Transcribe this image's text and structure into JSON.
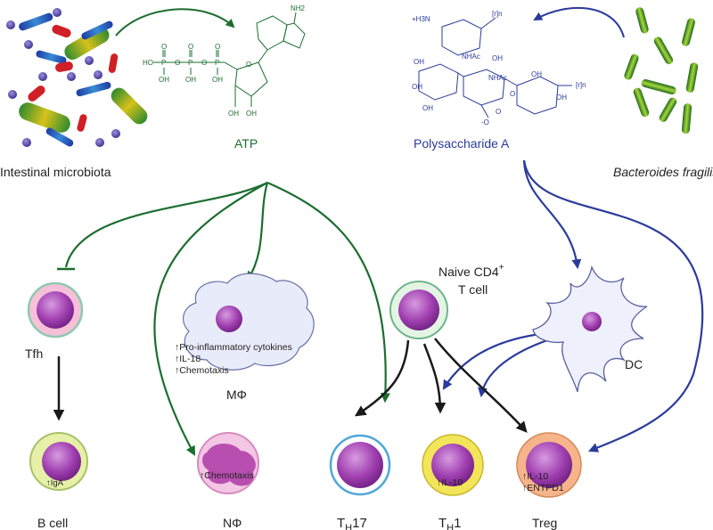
{
  "colors": {
    "atp_pathway": "#1b6e2f",
    "psa_pathway": "#2a3b9c",
    "cell_arrow": "#1a1a1a"
  },
  "top": {
    "microbiota_label": "Intestinal microbiota",
    "atp_label": "ATP",
    "psa_label": "Polysaccharide A",
    "bacteroides_label": "Bacteroides fragilis"
  },
  "atp_struct": {
    "nh2": "NH2",
    "ho": "HO",
    "p": "P",
    "o": "O",
    "oh": "OH"
  },
  "psa_struct": {
    "amine": "+H3N",
    "nhac": "NHAc",
    "oh": "OH",
    "o": "O",
    "rn": "[r]n",
    "coo": "-O"
  },
  "cells": {
    "tfh": "Tfh",
    "b_cell": "B cell",
    "b_cell_note": "↑IgA",
    "macrophage": "MΦ",
    "macrophage_notes": [
      "↑Pro-inflammatory cytokines",
      "↑IL-18",
      "↑Chemotaxis"
    ],
    "neutrophil": "NΦ",
    "neutrophil_note": "↑Chemotaxis",
    "naive_line1": "Naive CD4",
    "naive_sup": "+",
    "naive_line2": "T cell",
    "th17_main": "T",
    "th17_sub": "H",
    "th17_rest": "17",
    "th1_main": "T",
    "th1_sub": "H",
    "th1_rest": "1",
    "th1_note": "↑IL-10",
    "treg": "Treg",
    "treg_notes": [
      "↑IL-10",
      "↑ENTPD1"
    ],
    "dc": "DC"
  }
}
